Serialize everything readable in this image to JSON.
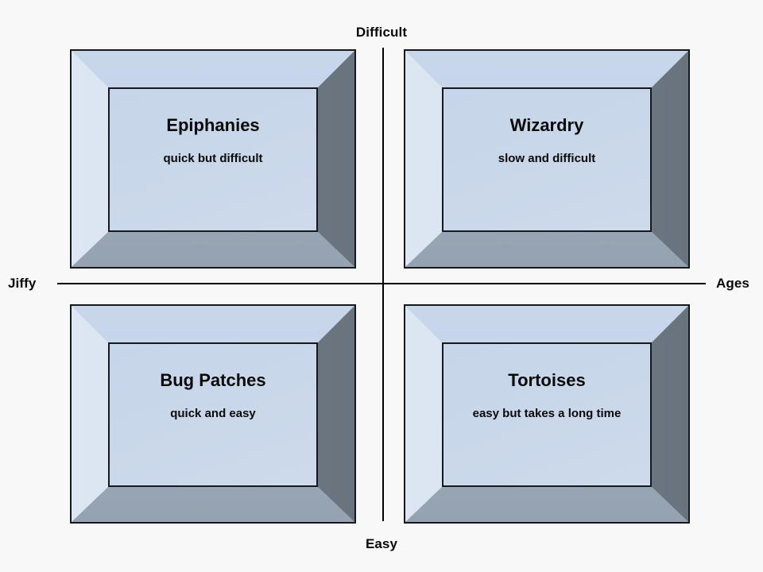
{
  "chart_data": {
    "type": "table",
    "title": "",
    "xlabel": "",
    "ylabel": "",
    "axes": {
      "top": "Difficult",
      "bottom": "Easy",
      "left": "Jiffy",
      "right": "Ages"
    },
    "quadrants": [
      {
        "position": "top-left",
        "title": "Epiphanies",
        "subtitle": "quick but difficult"
      },
      {
        "position": "top-right",
        "title": "Wizardry",
        "subtitle": "slow and difficult"
      },
      {
        "position": "bottom-left",
        "title": "Bug Patches",
        "subtitle": "quick and easy"
      },
      {
        "position": "bottom-right",
        "title": "Tortoises",
        "subtitle": "easy but takes a long time"
      }
    ]
  },
  "colors": {
    "background": "#f8f8f8",
    "panel_fill": "#c9d7ea",
    "bevel_light": "#dde6f2",
    "bevel_top": "#c2d2e7",
    "bevel_right_shadow": "#6f7a85",
    "bevel_bottom_shadow": "#9aa8b5",
    "outline": "#16181c",
    "text": "#0a0a0a"
  }
}
